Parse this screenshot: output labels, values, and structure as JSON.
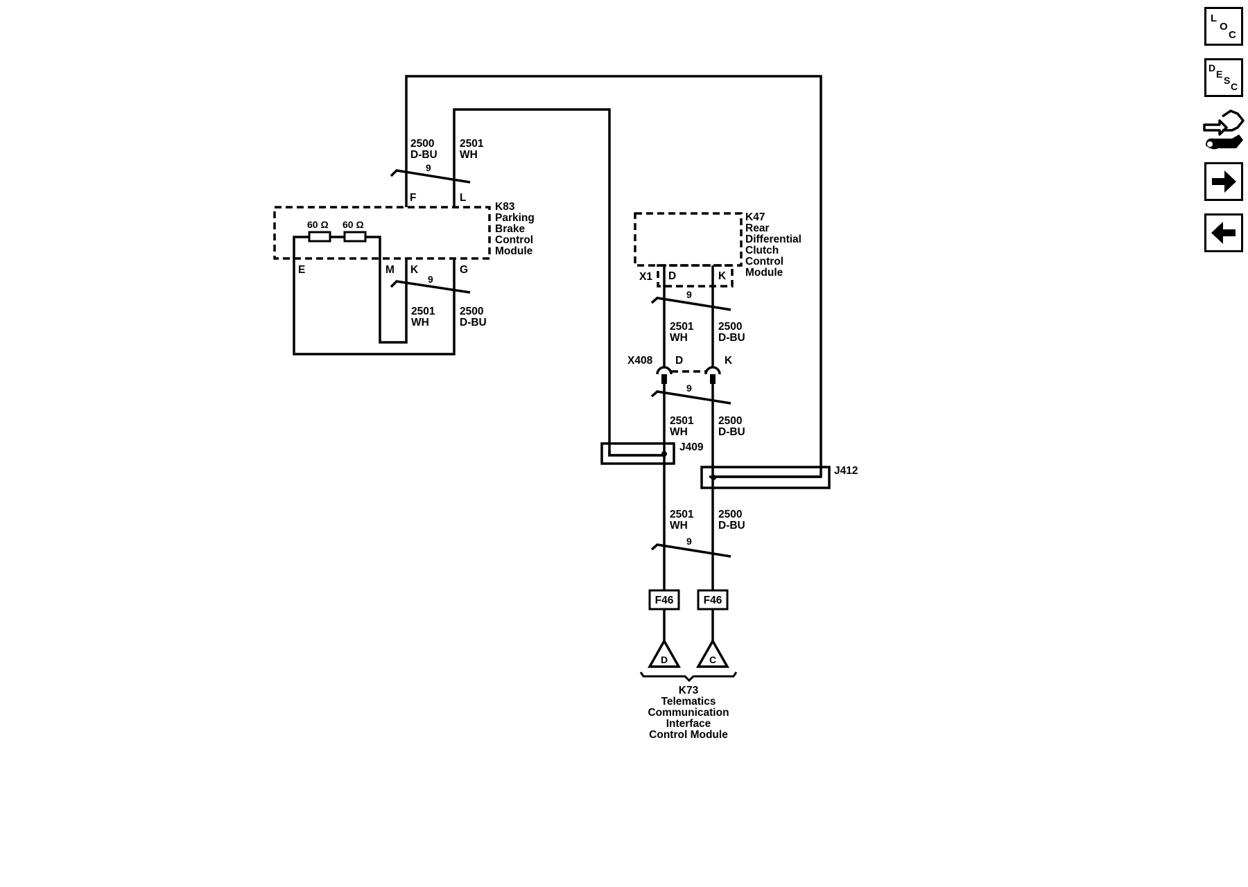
{
  "modules": {
    "k83": {
      "id": "K83",
      "lines": [
        "Parking",
        "Brake",
        "Control",
        "Module"
      ]
    },
    "k47": {
      "id": "K47",
      "lines": [
        "Rear",
        "Differential",
        "Clutch",
        "Control",
        "Module"
      ]
    },
    "k73": {
      "id": "K73",
      "lines": [
        "Telematics",
        "Communication",
        "Interface",
        "Control Module"
      ]
    }
  },
  "resistors": [
    "60 Ω",
    "60 Ω"
  ],
  "pins": {
    "k83_f": "F",
    "k83_l": "L",
    "k83_e": "E",
    "k83_m": "M",
    "k83_k": "K",
    "k83_g": "G",
    "k47_conn": "X1",
    "k47_d": "D",
    "k47_k": "K",
    "x408_d": "D",
    "x408_k": "K"
  },
  "circuits": {
    "c2500": "2500",
    "c2501": "2501",
    "dbu": "D-BU",
    "wh": "WH",
    "twist": "9"
  },
  "connectors": {
    "x408": "X408",
    "j409": "J409",
    "j412": "J412"
  },
  "fuse_refs": {
    "left": "F46",
    "right": "F46"
  },
  "ground_refs": {
    "left": "D",
    "right": "C"
  },
  "sidebar": {
    "loc": [
      "L",
      "O",
      "C"
    ],
    "desc": [
      "D",
      "E",
      "S",
      "C"
    ]
  }
}
